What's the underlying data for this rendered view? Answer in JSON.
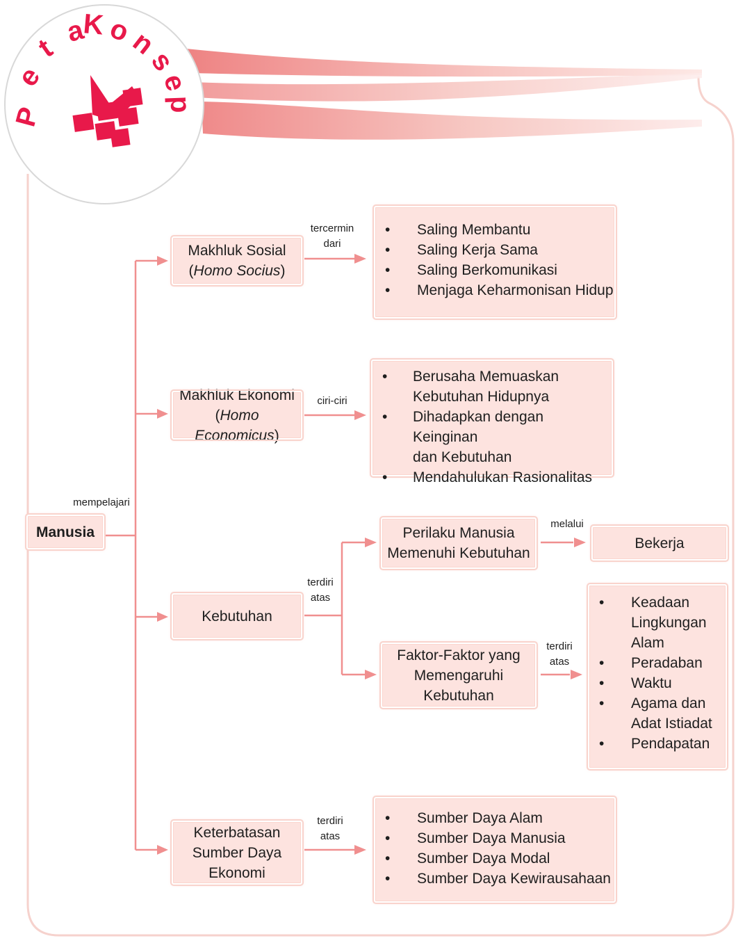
{
  "header": {
    "title_letters": [
      "P",
      "e",
      "t",
      "a",
      "K",
      "o",
      "n",
      "s",
      "e",
      "p"
    ],
    "accent_color": "#e8194a",
    "wave_color": "#ee8d8d"
  },
  "nodes": {
    "manusia": "Manusia",
    "makhluk_sosial": {
      "line1": "Makhluk Sosial",
      "line2_open": "(",
      "line2_italic": "Homo Socius",
      "line2_close": ")"
    },
    "makhluk_ekonomi": {
      "line1": "Makhluk Ekonomi",
      "line2_open": "(",
      "line2_italic": "Homo Economicus",
      "line2_close": ")"
    },
    "kebutuhan": "Kebutuhan",
    "keterbatasan": [
      "Keterbatasan",
      "Sumber Daya",
      "Ekonomi"
    ],
    "perilaku": [
      "Perilaku Manusia",
      "Memenuhi Kebutuhan"
    ],
    "faktor": [
      "Faktor-Faktor yang",
      "Memengaruhi",
      "Kebutuhan"
    ],
    "bekerja": "Bekerja"
  },
  "lists": {
    "sosial": [
      "Saling Membantu",
      "Saling Kerja Sama",
      "Saling Berkomunikasi",
      "Menjaga Keharmonisan Hidup"
    ],
    "ekonomi": [
      [
        "Berusaha Memuaskan",
        "Kebutuhan Hidupnya"
      ],
      [
        "Dihadapkan dengan Keinginan",
        "dan Kebutuhan"
      ],
      [
        "Mendahulukan Rasionalitas"
      ]
    ],
    "faktor": [
      [
        "Keadaan",
        "Lingkungan",
        "Alam"
      ],
      [
        "Peradaban"
      ],
      [
        "Waktu"
      ],
      [
        "Agama dan",
        "Adat Istiadat"
      ],
      [
        "Pendapatan"
      ]
    ],
    "sumber_daya": [
      "Sumber Daya Alam",
      "Sumber Daya Manusia",
      "Sumber Daya Modal",
      "Sumber Daya Kewirausahaan"
    ]
  },
  "edge_labels": {
    "mempelajari": "mempelajari",
    "tercermin": [
      "tercermin",
      "dari"
    ],
    "ciri": "ciri-ciri",
    "terdiri1": [
      "terdiri",
      "atas"
    ],
    "melalui": "melalui",
    "terdiri2": [
      "terdiri",
      "atas"
    ],
    "terdiri3": [
      "terdiri",
      "atas"
    ]
  }
}
